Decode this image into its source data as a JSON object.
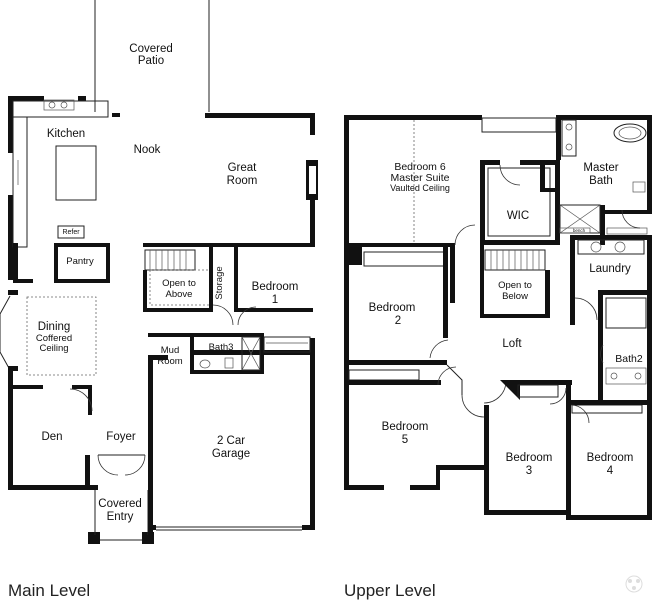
{
  "levels": {
    "main": "Main Level",
    "upper": "Upper Level"
  },
  "main_rooms": {
    "covered_patio": [
      "Covered",
      "Patio"
    ],
    "kitchen": "Kitchen",
    "nook": "Nook",
    "great_room": [
      "Great",
      "Room"
    ],
    "refer": "Refer",
    "pantry": "Pantry",
    "open_above": [
      "Open to",
      "Above"
    ],
    "storage": "Storage",
    "bedroom_1": [
      "Bedroom",
      "1"
    ],
    "dining": [
      "Dining",
      "Coffered",
      "Ceiling"
    ],
    "mud_room": [
      "Mud",
      "Room"
    ],
    "bath_3": "Bath3",
    "den": "Den",
    "foyer": "Foyer",
    "garage": [
      "2 Car",
      "Garage"
    ],
    "covered_entry": [
      "Covered",
      "Entry"
    ]
  },
  "upper_rooms": {
    "bedroom_6": [
      "Bedroom 6",
      "Master Suite",
      "Vaulted Ceiling"
    ],
    "master_bath": [
      "Master",
      "Bath"
    ],
    "wic": "WIC",
    "laundry": "Laundry",
    "open_below": [
      "Open to",
      "Below"
    ],
    "bedroom_2": [
      "Bedroom",
      "2"
    ],
    "loft": "Loft",
    "bath_2": "Bath2",
    "bedroom_5": [
      "Bedroom",
      "5"
    ],
    "bedroom_3": [
      "Bedroom",
      "3"
    ],
    "bedroom_4": [
      "Bedroom",
      "4"
    ],
    "bench": "bench"
  },
  "colors": {
    "wall": "#111111",
    "background": "#ffffff",
    "text": "#111111"
  }
}
